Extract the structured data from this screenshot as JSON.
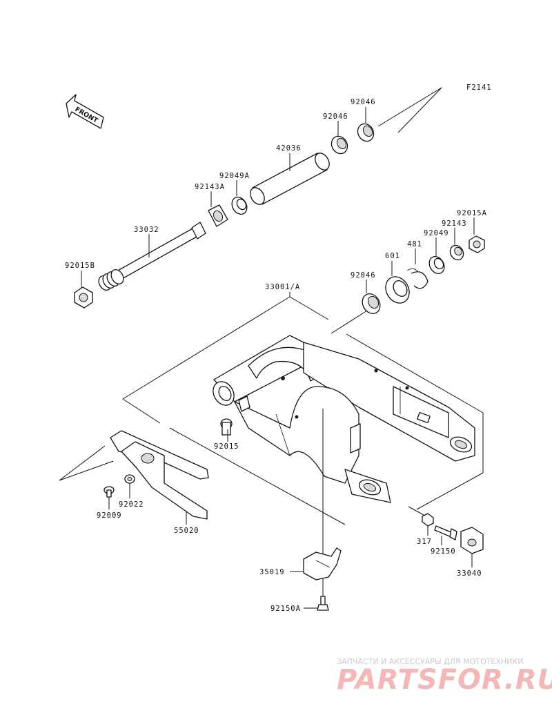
{
  "figure_code": "F2141",
  "front_label": "FRONT",
  "parts": {
    "p92046_top": "92046",
    "p92046_mid": "92046",
    "p42036": "42036",
    "p92049a": "92049A",
    "p92143a": "92143A",
    "p33032": "33032",
    "p92015b": "92015B",
    "p33001a": "33001/A",
    "p92046_low": "92046",
    "p601": "601",
    "p481": "481",
    "p92049": "92049",
    "p92143": "92143",
    "p92015a": "92015A",
    "p92015": "92015",
    "p92022": "92022",
    "p92009": "92009",
    "p55020": "55020",
    "p317": "317",
    "p92150": "92150",
    "p33040": "33040",
    "p35019": "35019",
    "p92150a": "92150A"
  },
  "watermark": {
    "tagline": "ЗАПЧАСТИ И АКСЕССУАРЫ ДЛЯ МОТОТЕХНИКИ",
    "brand": "PARTSFOR.RU"
  },
  "colors": {
    "line": "#111111",
    "watermark_brand": "#f3b7b7",
    "watermark_tagline": "#c9c9c9"
  }
}
